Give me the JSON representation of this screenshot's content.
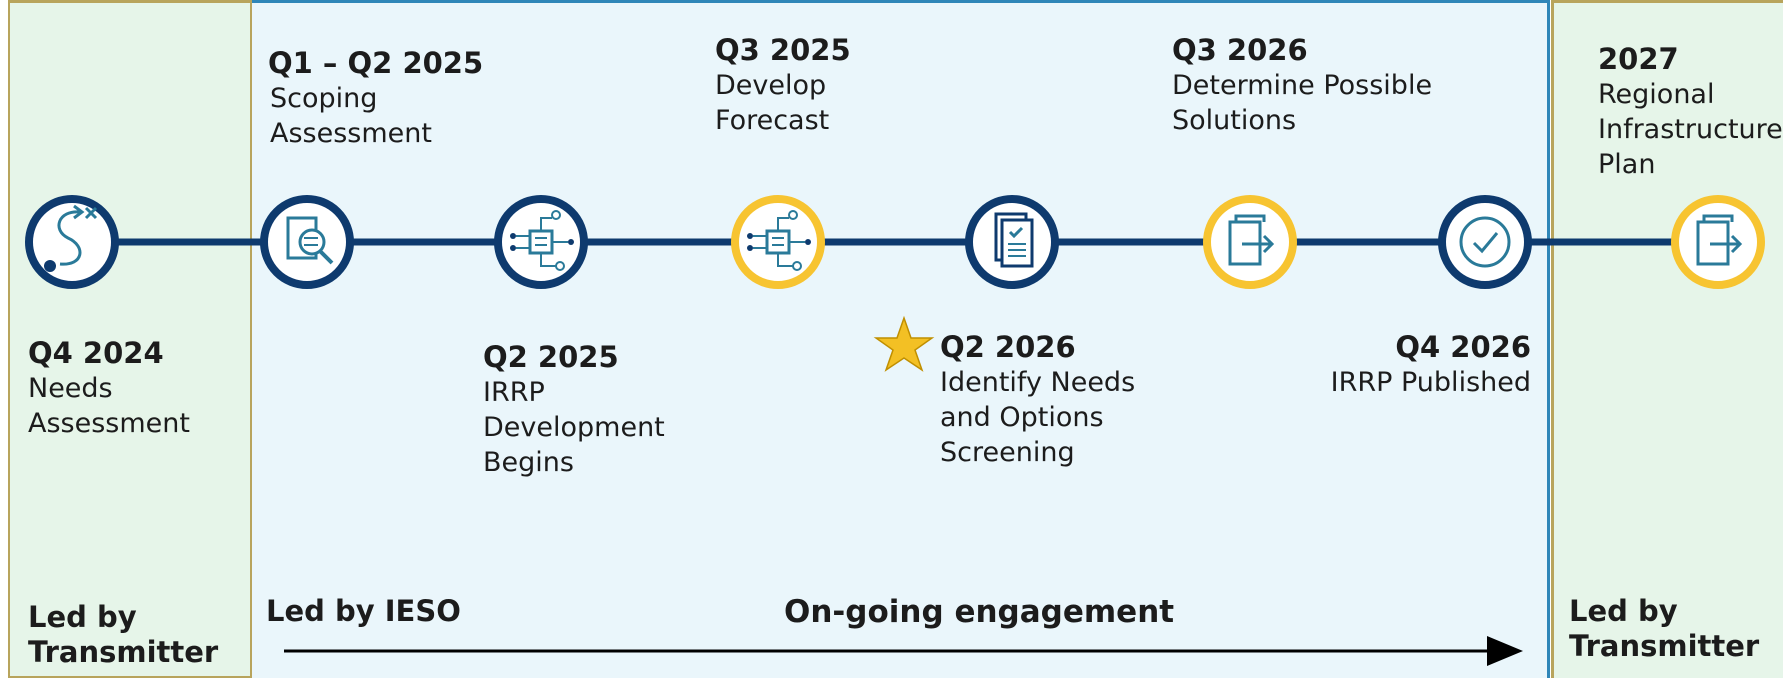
{
  "milestones": [
    {
      "date": "Q4 2024",
      "lines": [
        "Needs",
        "Assessment"
      ]
    },
    {
      "date": "Q1 – Q2 2025",
      "lines": [
        "Scoping",
        "Assessment"
      ]
    },
    {
      "date": "Q2 2025",
      "lines": [
        "IRRP",
        "Development",
        "Begins"
      ]
    },
    {
      "date": "Q3 2025",
      "lines": [
        "Develop",
        "Forecast"
      ]
    },
    {
      "date": "Q2 2026",
      "lines": [
        "Identify Needs",
        "and Options",
        "Screening"
      ]
    },
    {
      "date": "Q3 2026",
      "lines": [
        "Determine Possible",
        "Solutions"
      ]
    },
    {
      "date": "Q4 2026",
      "lines": [
        "IRRP Published"
      ]
    },
    {
      "date": "2027",
      "lines": [
        "Regional",
        "Infrastructure",
        "Plan"
      ]
    }
  ],
  "led": {
    "left": [
      "Led by",
      "Transmitter"
    ],
    "middle": "Led by IESO",
    "right": [
      "Led by",
      "Transmitter"
    ]
  },
  "engagement_label": "On-going engagement",
  "icons": [
    "route-icon",
    "search-document-icon",
    "circuit-chip-icon",
    "circuit-chip-icon",
    "checklist-document-icon",
    "export-document-icon",
    "checkmark-icon",
    "export-document-icon"
  ],
  "colors": {
    "navy": "#0e3a6e",
    "gold": "#f7c431",
    "green_panel": "#e6f5e9",
    "blue_panel": "#eaf6fb",
    "icon_teal": "#2a7a99"
  }
}
